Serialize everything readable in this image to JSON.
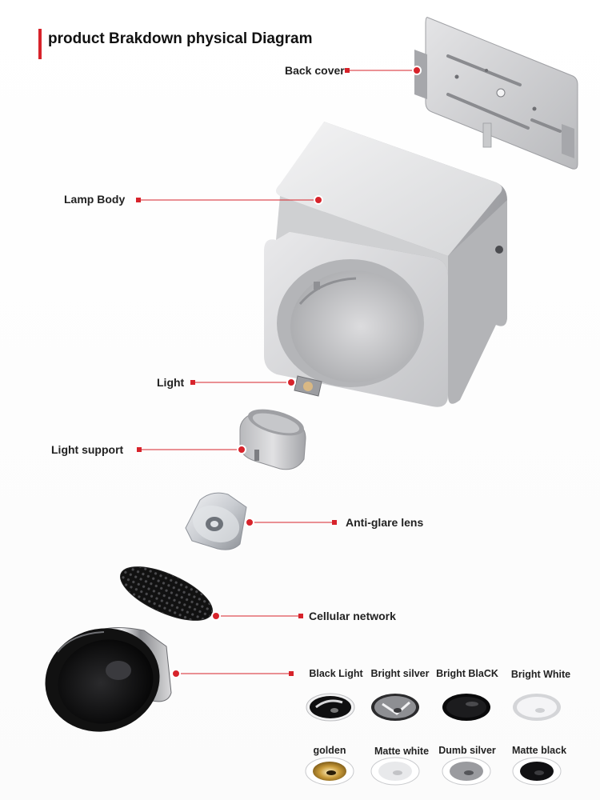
{
  "title": "product Brakdown physical Diagram",
  "accent_color": "#d7232b",
  "components": [
    {
      "label": "Back cover"
    },
    {
      "label": "Lamp Body"
    },
    {
      "label": "Light"
    },
    {
      "label": "Light support"
    },
    {
      "label": "Anti-glare lens"
    },
    {
      "label": "Cellular network"
    }
  ],
  "finishes_row1": [
    {
      "label": "Black Light"
    },
    {
      "label": "Bright silver"
    },
    {
      "label": "Bright BlaCK"
    },
    {
      "label": "Bright White"
    }
  ],
  "finishes_row2": [
    {
      "label": "golden"
    },
    {
      "label": "Matte white"
    },
    {
      "label": "Dumb silver"
    },
    {
      "label": "Matte black"
    }
  ]
}
